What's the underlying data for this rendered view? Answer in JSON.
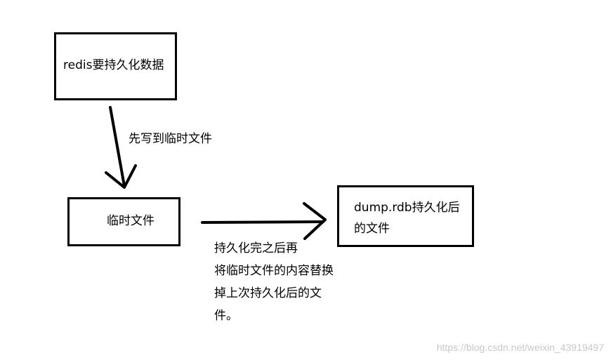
{
  "boxes": {
    "redis": {
      "text": "redis要持久化数据"
    },
    "temp": {
      "text": "临时文件"
    },
    "dump": {
      "line1": "dump.rdb持久化后",
      "line2": "的文件"
    }
  },
  "labels": {
    "write_temp": "先写到临时文件",
    "replace": [
      "持久化完之后再",
      "将临时文件的内容替换",
      "掉上次持久化后的文",
      "件。"
    ]
  },
  "watermark": "https://blog.csdn.net/weixin_43919497",
  "colors": {
    "stroke": "#000000",
    "background": "#ffffff",
    "watermark": "#c8c8c8"
  }
}
